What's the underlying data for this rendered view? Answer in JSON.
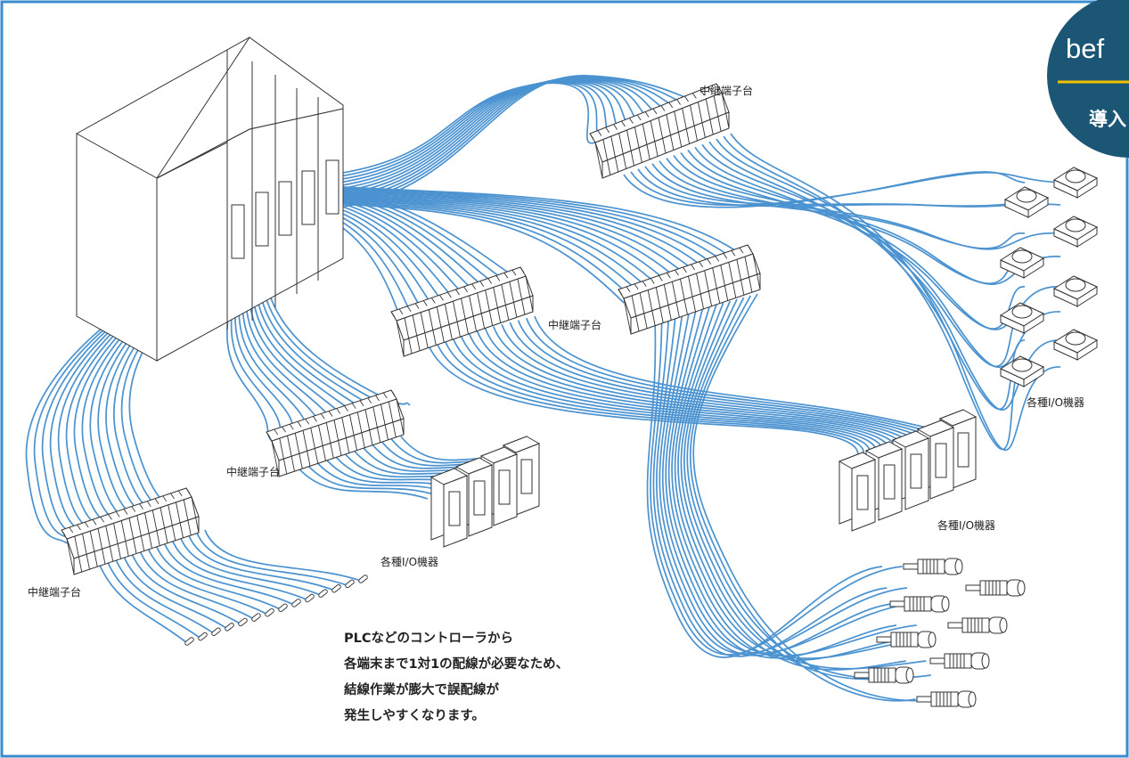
{
  "badge": {
    "main": "bef",
    "sub": "導入",
    "color": "#1c5675",
    "line_color": "#f2c200"
  },
  "frame_color": "#3a8ccf",
  "wire_color": "#4a92d0",
  "labels": {
    "relay_top": "中継端子台",
    "relay_middle": "中継端子台",
    "relay_center": "中継端子台",
    "relay_bottom": "中継端子台",
    "io_right_top": "各種I/O機器",
    "io_right_middle": "各種I/O機器",
    "io_center": "各種I/O機器"
  },
  "caption": [
    "PLCなどのコントローラから",
    "各端末まで1対1の配線が必要なため、",
    "結線作業が膨大で誤配線が",
    "発生しやすくなります。"
  ]
}
